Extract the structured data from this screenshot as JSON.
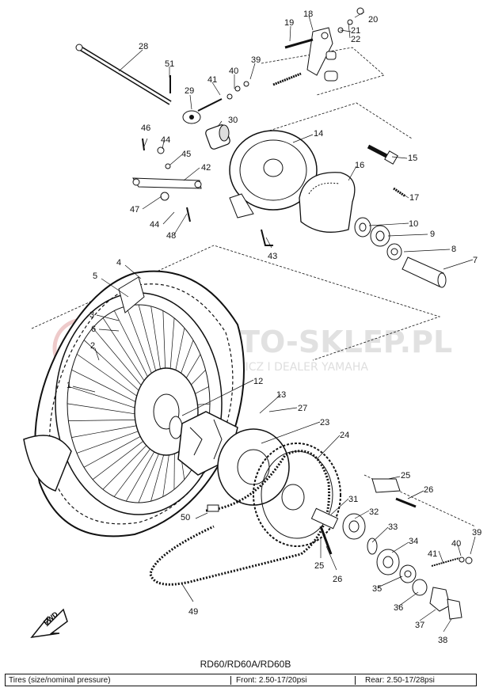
{
  "watermark": {
    "brand": "MOTO-SKLEP.PL",
    "sub": "VICZ I DEALER YAMAHA"
  },
  "fwd_label": "FWD",
  "model": "RD60/RD60A/RD60B",
  "spec": {
    "label": "Tires (size/nominal pressure)",
    "front": "Front: 2.50-17/20psi",
    "rear": "Rear: 2.50-17/28psi"
  },
  "callouts": {
    "n1": "1",
    "n2": "2",
    "n3": "3",
    "n4": "4",
    "n5": "5",
    "n6": "6",
    "n7": "7",
    "n8": "8",
    "n9": "9",
    "n10": "10",
    "n12": "12",
    "n13": "13",
    "n14": "14",
    "n15": "15",
    "n16": "16",
    "n17": "17",
    "n18": "18",
    "n19": "19",
    "n20": "20",
    "n21": "21",
    "n22": "22",
    "n23": "23",
    "n24": "24",
    "n25a": "25",
    "n25b": "25",
    "n26a": "26",
    "n26b": "26",
    "n27": "27",
    "n28": "28",
    "n29": "29",
    "n30": "30",
    "n31": "31",
    "n32": "32",
    "n33": "33",
    "n34": "34",
    "n35": "35",
    "n36": "36",
    "n37": "37",
    "n38": "38",
    "n39a": "39",
    "n39b": "39",
    "n40a": "40",
    "n40b": "40",
    "n41a": "41",
    "n41b": "41",
    "n42": "42",
    "n43": "43",
    "n44a": "44",
    "n44b": "44",
    "n45": "45",
    "n46": "46",
    "n47": "47",
    "n48": "48",
    "n49": "49",
    "n50": "50",
    "n51": "51"
  }
}
